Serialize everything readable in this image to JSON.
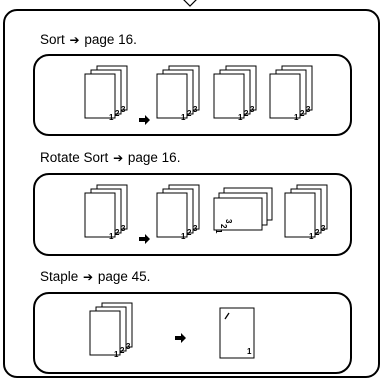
{
  "sections": [
    {
      "title": "Sort",
      "arrow": "➔",
      "page_ref": "page 16."
    },
    {
      "title": "Rotate Sort",
      "arrow": "➔",
      "page_ref": "page 16."
    },
    {
      "title": "Staple",
      "arrow": "➔",
      "page_ref": "page 45."
    }
  ],
  "page_numbers": [
    "1",
    "2",
    "3"
  ]
}
